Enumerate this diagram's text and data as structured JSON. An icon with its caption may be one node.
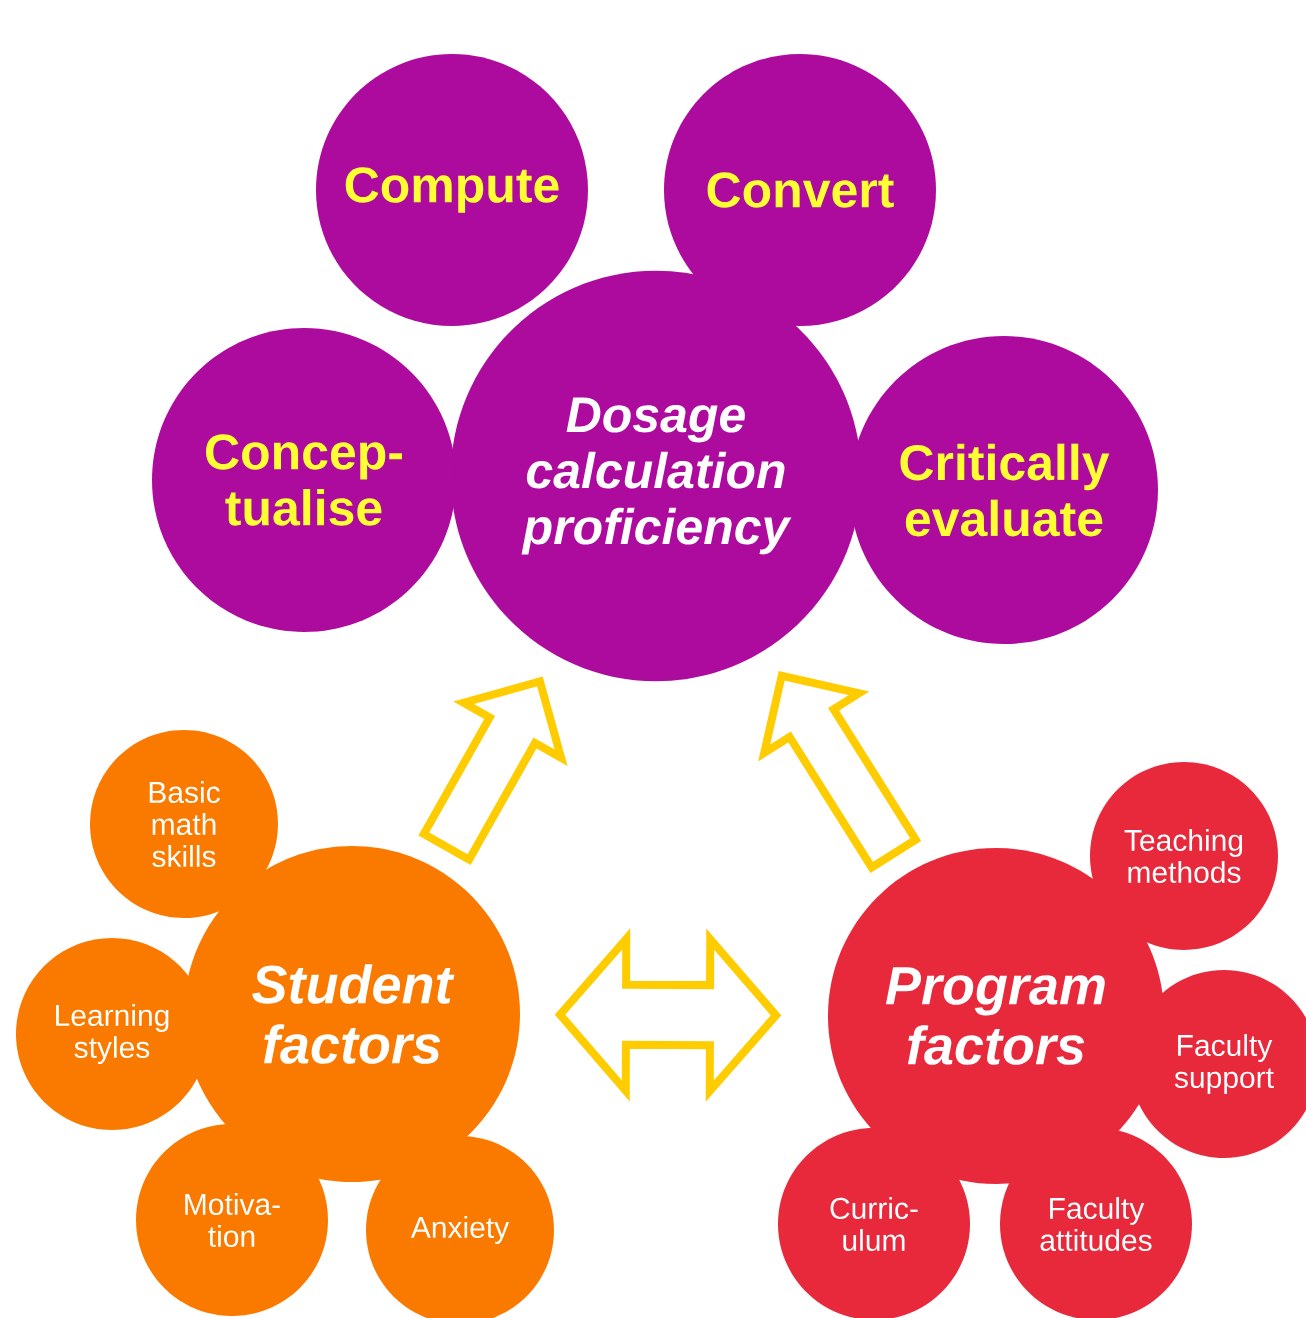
{
  "diagram": {
    "nodes": [
      {
        "text": [
          "Dosage calculation proficiency"
        ]
      },
      {
        "text": [
          "Compute"
        ]
      },
      {
        "text": [
          "Convert"
        ]
      },
      {
        "text": [
          "Concep- tualise"
        ]
      },
      {
        "text": [
          "Critically evaluate"
        ]
      },
      {
        "text": [
          "Student factors"
        ]
      },
      {
        "text": [
          "Basic math skills"
        ]
      },
      {
        "text": [
          "Learning styles"
        ]
      },
      {
        "text": [
          "Motiva- tion"
        ]
      },
      {
        "text": [
          "Anxiety"
        ]
      },
      {
        "text": [
          "Program factors"
        ]
      },
      {
        "text": [
          "Teaching methods"
        ]
      },
      {
        "text": [
          "Faculty support"
        ]
      },
      {
        "text": [
          "Curric- ulum"
        ]
      },
      {
        "text": [
          "Faculty attitudes"
        ]
      }
    ],
    "edges": [
      {
        "from": 5,
        "to": 0,
        "arrow": "to"
      },
      {
        "from": 10,
        "to": 0,
        "arrow": "to"
      },
      {
        "from": 5,
        "to": 10,
        "arrow": "both"
      }
    ]
  }
}
